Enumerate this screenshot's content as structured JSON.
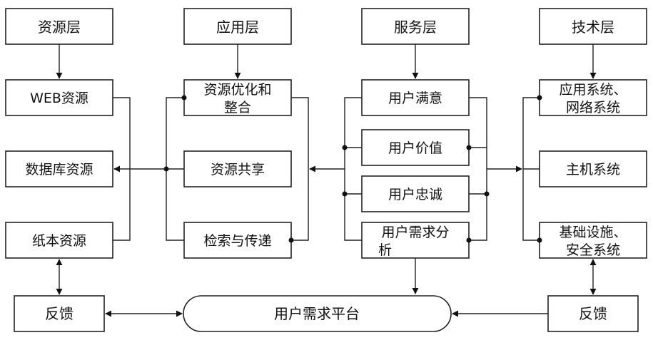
{
  "diagram": {
    "headers": {
      "resource": "资源层",
      "application": "应用层",
      "service": "服务层",
      "technology": "技术层"
    },
    "resource_items": [
      "WEB资源",
      "数据库资源",
      "纸本资源"
    ],
    "application_items": [
      [
        "资源优化和",
        "整合"
      ],
      [
        "资源共享"
      ],
      [
        "检索与传递"
      ]
    ],
    "service_items": [
      [
        "用户满意"
      ],
      [
        "用户价值"
      ],
      [
        "用户忠诚"
      ],
      [
        "用户需求分",
        "析"
      ]
    ],
    "technology_items": [
      [
        "应用系统、",
        "网络系统"
      ],
      [
        "主机系统"
      ],
      [
        "基础设施、",
        "安全系统"
      ]
    ],
    "feedback_left": "反馈",
    "feedback_right": "反馈",
    "platform": "用户需求平台"
  }
}
